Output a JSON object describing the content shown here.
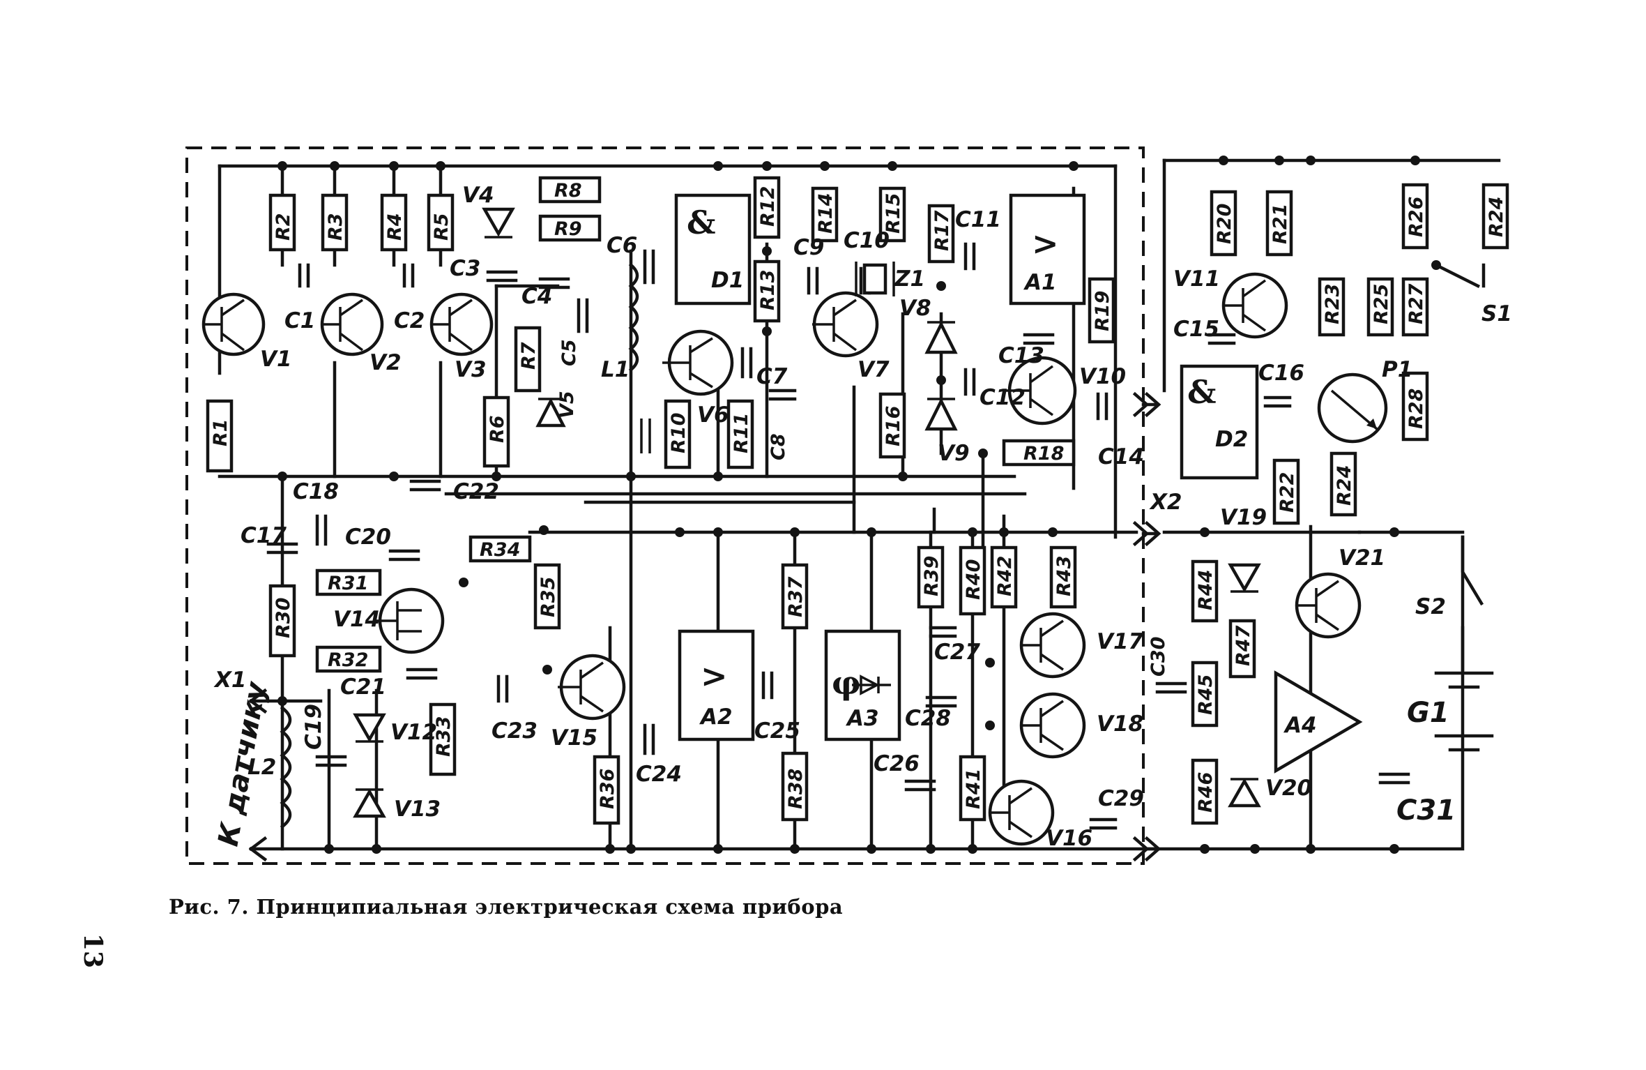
{
  "figure": {
    "caption": "Рис. 7. Принципиальная электрическая схема прибора",
    "page_number": "13",
    "connector_label_text": "К датчику"
  },
  "components": {
    "resistors": [
      "R1",
      "R2",
      "R3",
      "R4",
      "R5",
      "R6",
      "R7",
      "R8",
      "R9",
      "R10",
      "R11",
      "R12",
      "R13",
      "R14",
      "R15",
      "R16",
      "R17",
      "R18",
      "R19",
      "R20",
      "R21",
      "R22",
      "R23",
      "R24",
      "R24",
      "R25",
      "R26",
      "R27",
      "R28",
      "R30",
      "R31",
      "R32",
      "R33",
      "R34",
      "R35",
      "R36",
      "R37",
      "R38",
      "R39",
      "R40",
      "R41",
      "R42",
      "R43",
      "R44",
      "R45",
      "R46",
      "R47"
    ],
    "capacitors": [
      "C1",
      "C2",
      "C3",
      "C4",
      "C5",
      "C6",
      "C7",
      "C8",
      "C9",
      "C10",
      "C11",
      "C12",
      "C13",
      "C14",
      "C15",
      "C16",
      "C17",
      "C18",
      "C19",
      "C20",
      "C21",
      "C22",
      "C23",
      "C24",
      "C25",
      "C26",
      "C27",
      "C28",
      "C29",
      "C30",
      "C31"
    ],
    "transistors": [
      "V1",
      "V2",
      "V3",
      "V6",
      "V7",
      "V10",
      "V11",
      "V14",
      "V15",
      "V16",
      "V17",
      "V18",
      "V21"
    ],
    "diodes": [
      "V4",
      "V5",
      "V8",
      "V9",
      "V12",
      "V13",
      "V19",
      "V20"
    ],
    "ics": [
      "D1",
      "D2",
      "A1",
      "A2",
      "A3",
      "A4"
    ],
    "inductors": [
      "L1",
      "L2"
    ],
    "other": [
      "Z1",
      "P1",
      "S1",
      "S2",
      "G1",
      "X1",
      "X2"
    ]
  },
  "symbols": {
    "and_gate": "&",
    "amplifier": ">",
    "phase_detector": "φ"
  }
}
